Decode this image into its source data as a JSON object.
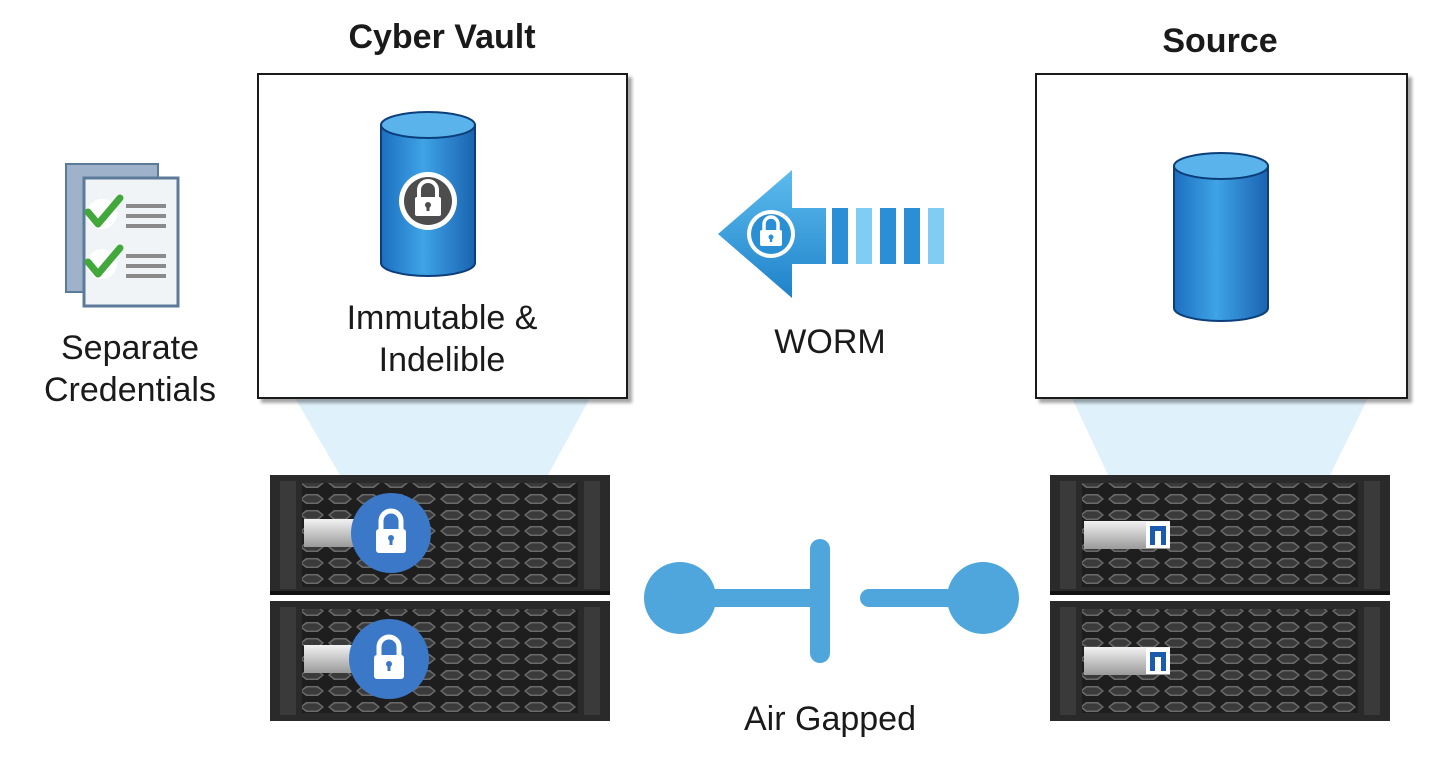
{
  "cyber_vault": {
    "title": "Cyber Vault",
    "storage_label_line1": "Immutable &",
    "storage_label_line2": "Indelible"
  },
  "source": {
    "title": "Source"
  },
  "credentials": {
    "label_line1": "Separate",
    "label_line2": "Credentials"
  },
  "replication": {
    "label": "WORM"
  },
  "network": {
    "label": "Air Gapped"
  },
  "colors": {
    "accent_blue": "#4fa6dc",
    "dark_blue": "#1d6fb8",
    "lock_circle": "#3b78c8",
    "check_green": "#43a83c",
    "beam": "#dff1fb"
  }
}
